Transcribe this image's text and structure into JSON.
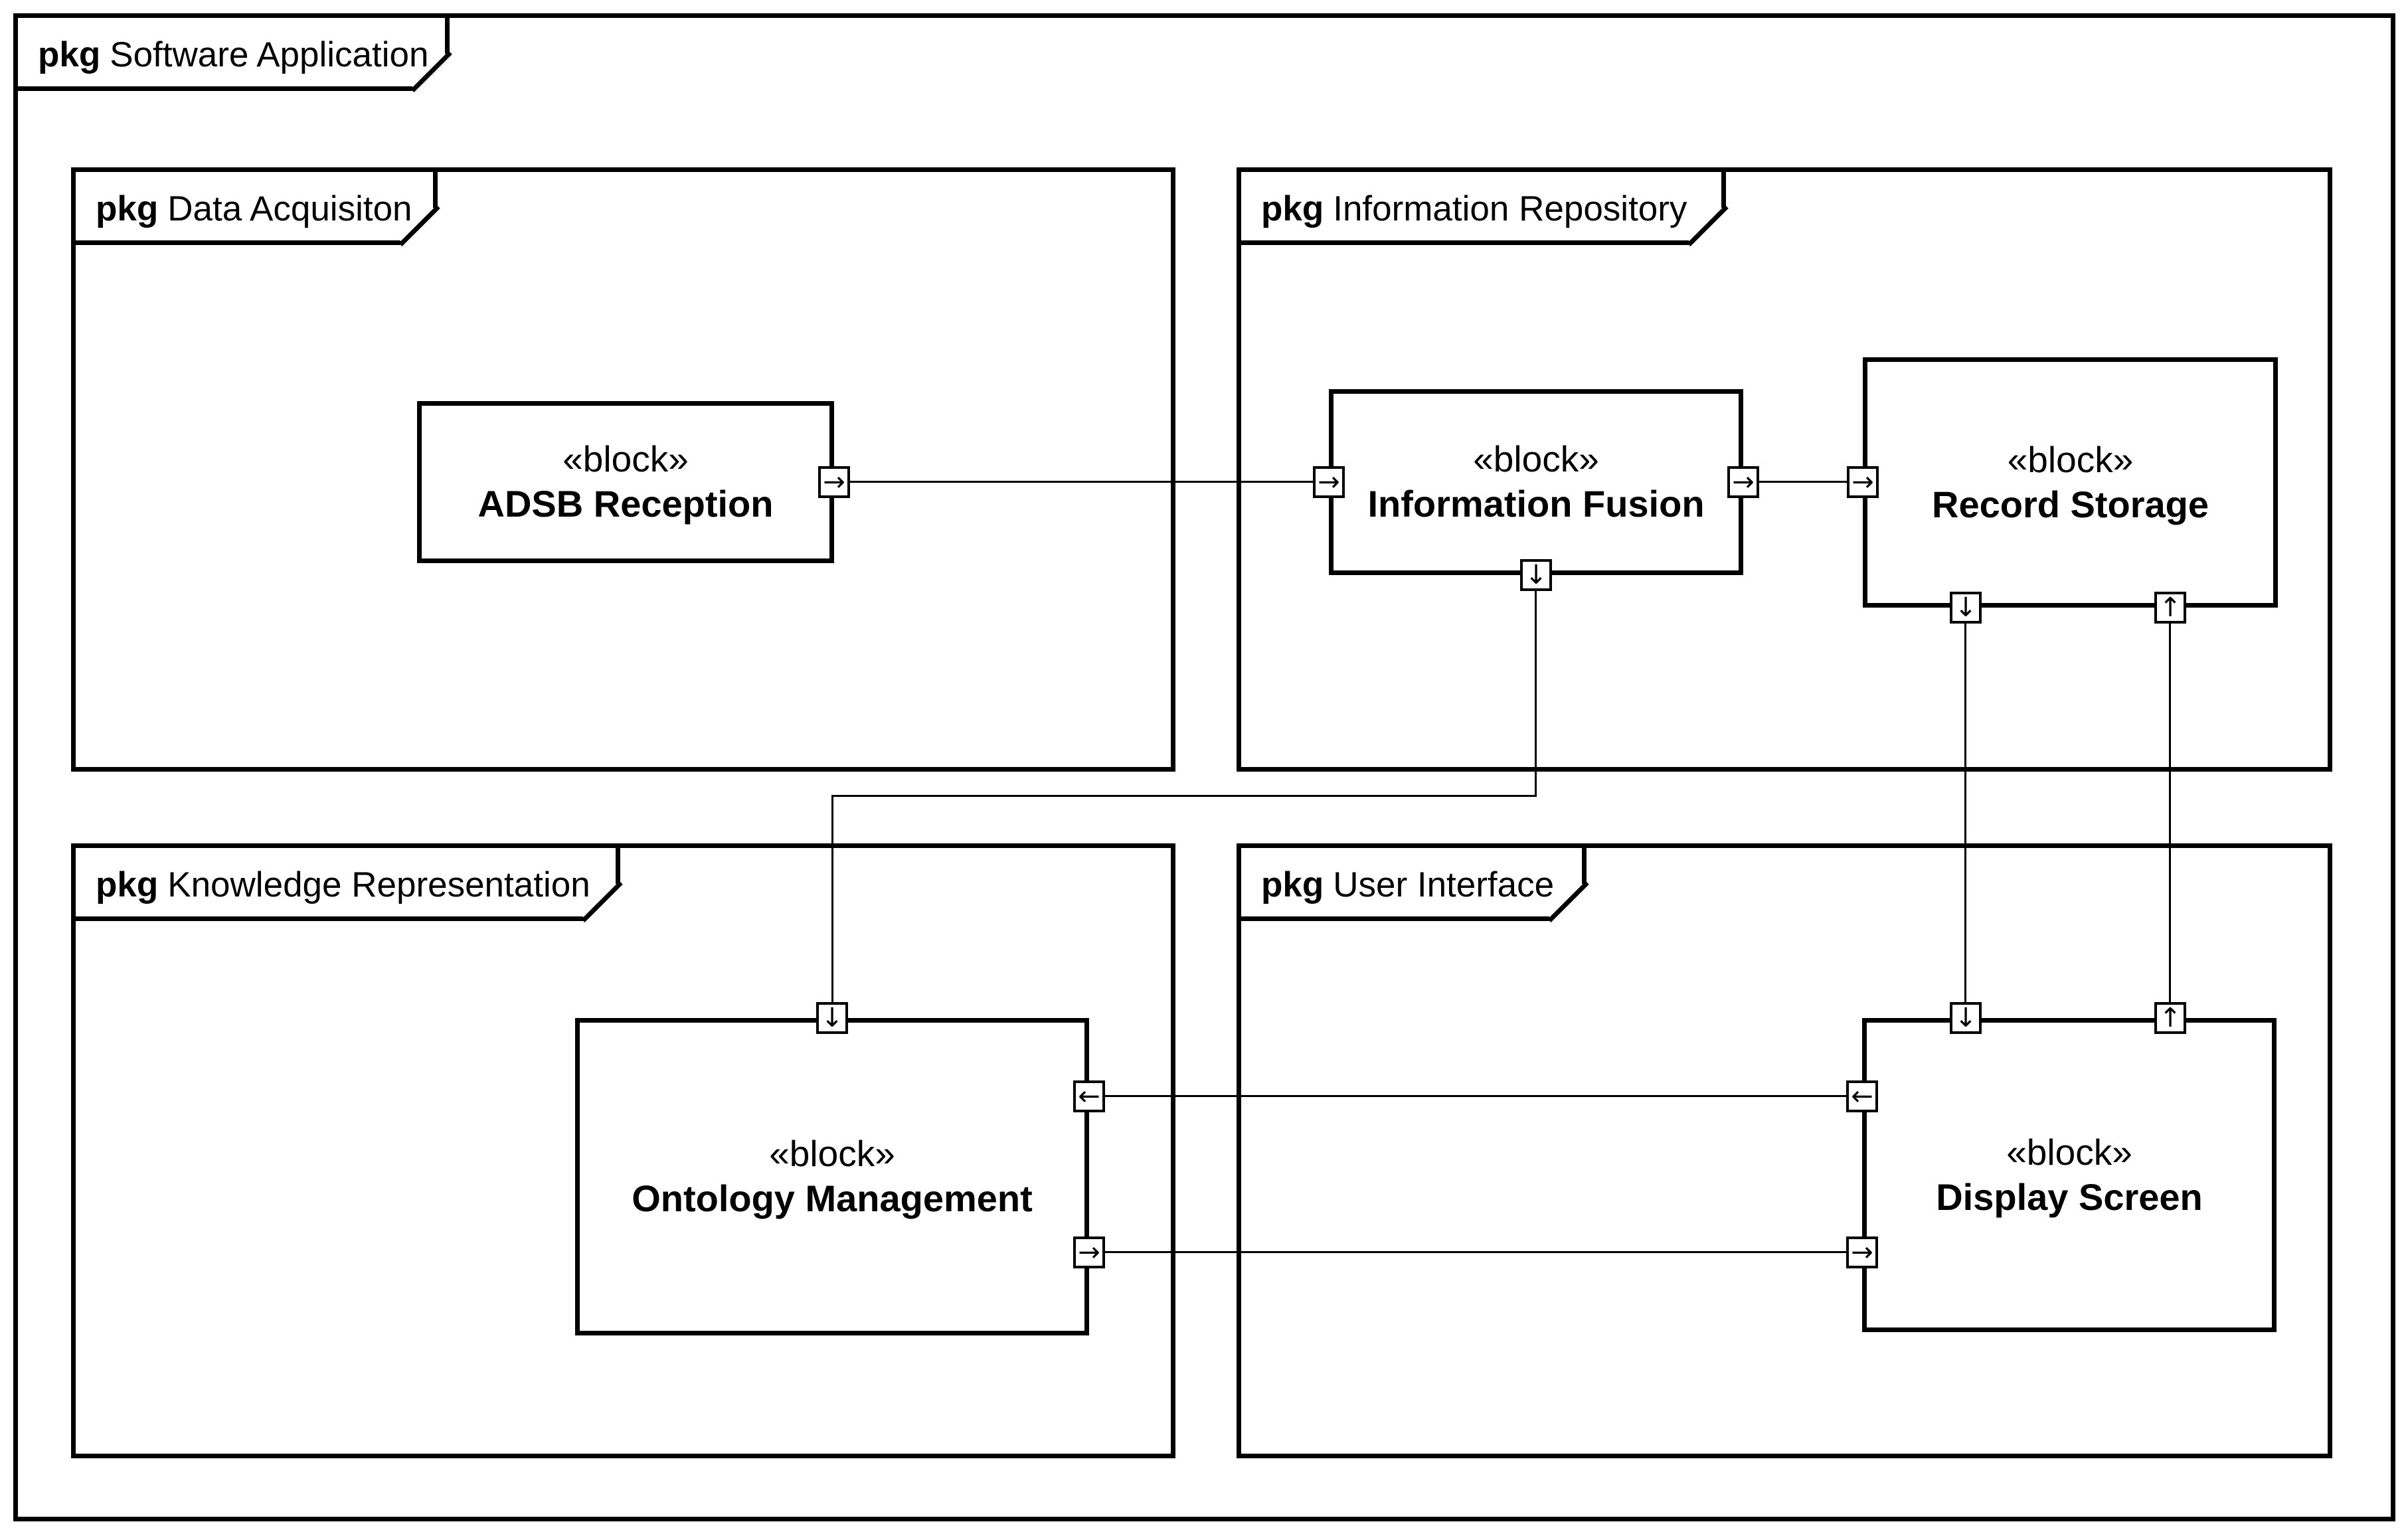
{
  "outer_package": {
    "keyword": "pkg",
    "name": "Software Application"
  },
  "packages": {
    "da": {
      "keyword": "pkg",
      "name": "Data Acquisiton"
    },
    "ir": {
      "keyword": "pkg",
      "name": "Information Repository"
    },
    "kr": {
      "keyword": "pkg",
      "name": "Knowledge Representation"
    },
    "ui": {
      "keyword": "pkg",
      "name": "User Interface"
    }
  },
  "blocks": {
    "adsb": {
      "stereotype": "«block»",
      "name": "ADSB Reception"
    },
    "fusion": {
      "stereotype": "«block»",
      "name": "Information Fusion"
    },
    "storage": {
      "stereotype": "«block»",
      "name": "Record Storage"
    },
    "ontology": {
      "stereotype": "«block»",
      "name": "Ontology Management"
    },
    "display": {
      "stereotype": "«block»",
      "name": "Display Screen"
    }
  },
  "connectors": [
    {
      "from": "ADSB Reception",
      "to": "Information Fusion",
      "style": "port-to-port"
    },
    {
      "from": "Information Fusion",
      "to": "Record Storage",
      "style": "port-to-port"
    },
    {
      "from": "Information Fusion",
      "to": "Ontology Management",
      "style": "port-to-port, elbow"
    },
    {
      "from": "Record Storage",
      "to": "Display Screen",
      "direction": "down"
    },
    {
      "from": "Display Screen",
      "to": "Record Storage",
      "direction": "up"
    },
    {
      "from": "Display Screen",
      "to": "Ontology Management",
      "direction": "left"
    },
    {
      "from": "Ontology Management",
      "to": "Display Screen",
      "direction": "right"
    }
  ],
  "icons": {
    "arrow_right": "→",
    "arrow_left": "←",
    "arrow_up": "↑",
    "arrow_down": "↓"
  },
  "colors": {
    "line": "#000000",
    "background": "#ffffff"
  }
}
